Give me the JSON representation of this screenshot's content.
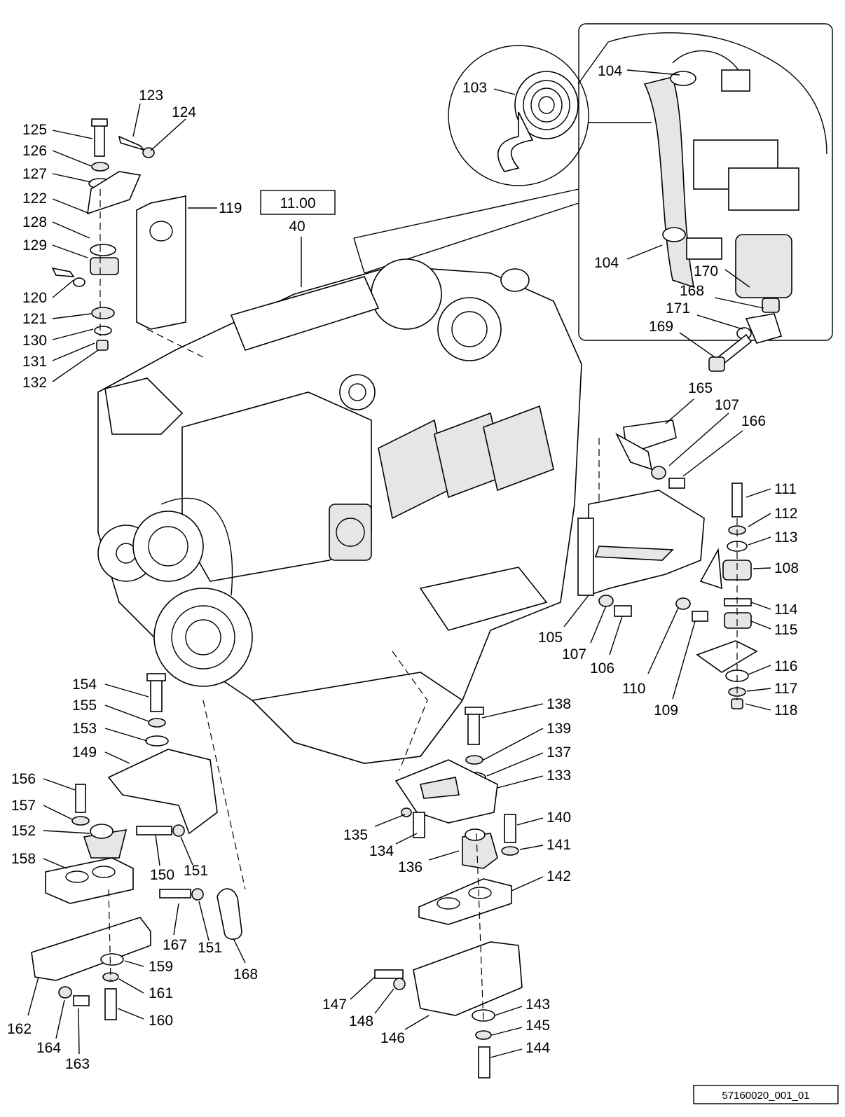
{
  "reference": {
    "group": "11.00",
    "item": "40"
  },
  "drawing_code": "57160020_001_01",
  "labels": {
    "l103": "103",
    "l104a": "104",
    "l104b": "104",
    "l170": "170",
    "l168a": "168",
    "l171": "171",
    "l169": "169",
    "l123": "123",
    "l124": "124",
    "l125": "125",
    "l126": "126",
    "l127": "127",
    "l122": "122",
    "l119": "119",
    "l128": "128",
    "l129": "129",
    "l120": "120",
    "l121": "121",
    "l130": "130",
    "l131": "131",
    "l132": "132",
    "l165": "165",
    "l107a": "107",
    "l166": "166",
    "l111": "111",
    "l112": "112",
    "l113": "113",
    "l108": "108",
    "l114": "114",
    "l115": "115",
    "l116": "116",
    "l117": "117",
    "l118": "118",
    "l105": "105",
    "l107b": "107",
    "l106": "106",
    "l110": "110",
    "l109": "109",
    "l154": "154",
    "l155": "155",
    "l153": "153",
    "l149": "149",
    "l156": "156",
    "l157": "157",
    "l152": "152",
    "l158": "158",
    "l150": "150",
    "l151a": "151",
    "l167": "167",
    "l151b": "151",
    "l168b": "168",
    "l159": "159",
    "l161": "161",
    "l160": "160",
    "l162": "162",
    "l164": "164",
    "l163": "163",
    "l138": "138",
    "l139": "139",
    "l137": "137",
    "l133": "133",
    "l140": "140",
    "l135": "135",
    "l141": "141",
    "l134": "134",
    "l136": "136",
    "l142": "142",
    "l147": "147",
    "l148": "148",
    "l143": "143",
    "l146": "146",
    "l145": "145",
    "l144": "144"
  }
}
